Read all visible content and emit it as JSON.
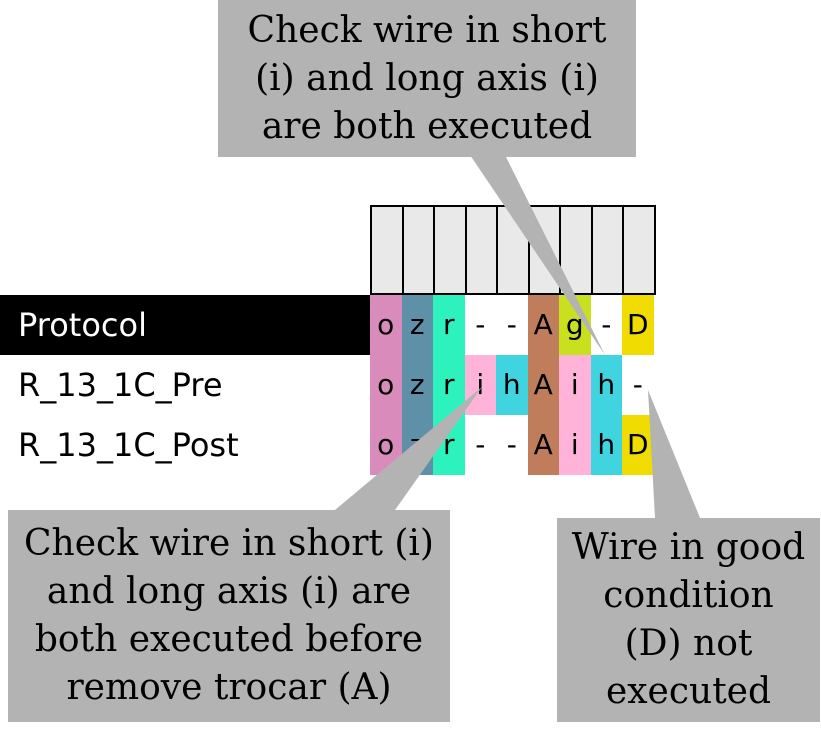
{
  "callouts": {
    "top": "Check wire in short (i) and long axis (i) are both executed",
    "bottom_left": "Check wire in short (i) and long axis (i) are both executed before remove trocar (A)",
    "bottom_right": "Wire in good condition (D) not executed"
  },
  "rows": [
    {
      "label": "Protocol",
      "highlighted": true,
      "cells": [
        "o",
        "z",
        "r",
        "-",
        "-",
        "A",
        "g",
        "-",
        "D"
      ]
    },
    {
      "label": "R_13_1C_Pre",
      "highlighted": false,
      "cells": [
        "o",
        "z",
        "r",
        "i",
        "h",
        "A",
        "i",
        "h",
        "-"
      ]
    },
    {
      "label": "R_13_1C_Post",
      "highlighted": false,
      "cells": [
        "o",
        "z",
        "r",
        "-",
        "-",
        "A",
        "i",
        "h",
        "D"
      ]
    }
  ],
  "colors": {
    "o": "#d98cbc",
    "z": "#5e91a8",
    "r": "#2ef2be",
    "i": "#ffb3d9",
    "h": "#40d4e0",
    "A": "#bf7d5c",
    "g": "#c8e01e",
    "D": "#f0dc00",
    "-": "#ffffff",
    "callout_bg": "#b3b3b3"
  }
}
